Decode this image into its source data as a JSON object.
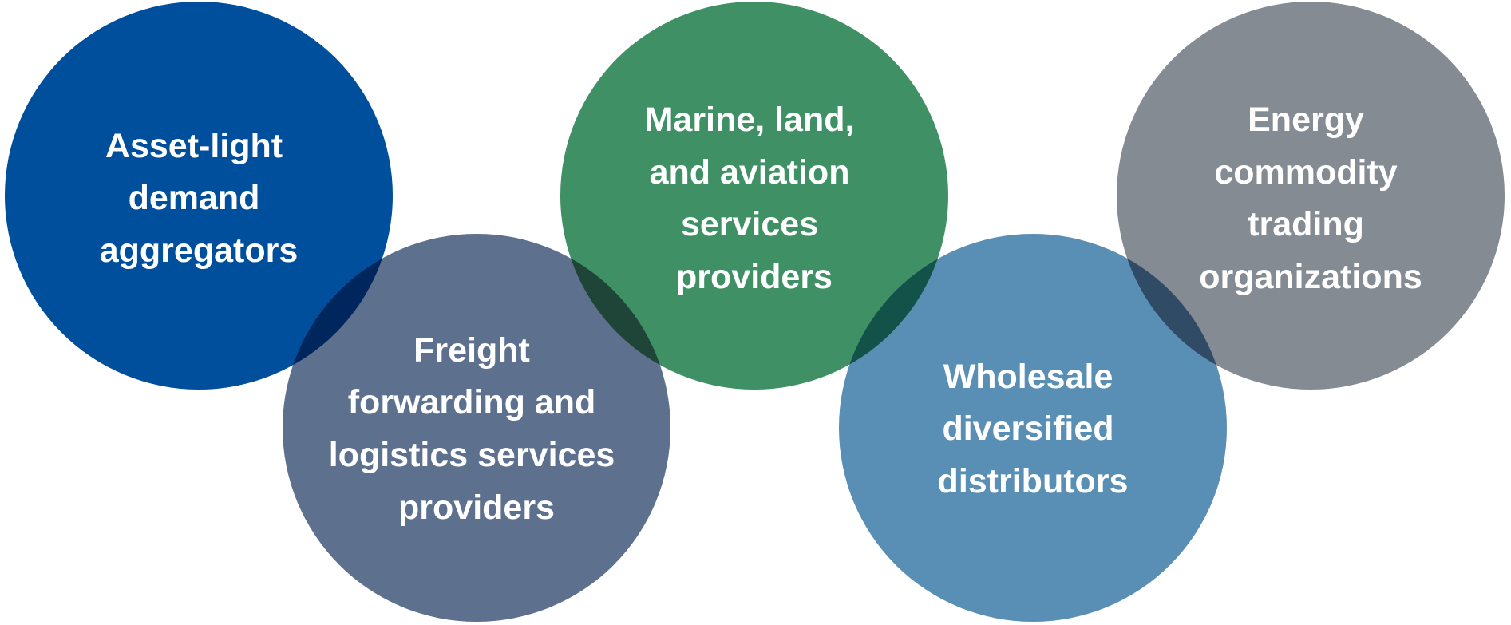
{
  "diagram": {
    "circles": [
      {
        "id": "asset-light",
        "lines": [
          "Asset-light",
          "demand",
          "aggregators"
        ],
        "color": "#004f9c"
      },
      {
        "id": "freight-forwarding",
        "lines": [
          "Freight",
          "forwarding and",
          "logistics services",
          "providers"
        ],
        "color": "#5d718f"
      },
      {
        "id": "marine-land-aviation",
        "lines": [
          "Marine, land,",
          "and aviation",
          "services",
          "providers"
        ],
        "color": "#3f9165"
      },
      {
        "id": "wholesale-distributors",
        "lines": [
          "Wholesale",
          "diversified",
          "distributors"
        ],
        "color": "#5a8fb5"
      },
      {
        "id": "energy-trading",
        "lines": [
          "Energy",
          "commodity",
          "trading",
          "organizations"
        ],
        "color": "#858b93"
      }
    ],
    "overlap_colors": {
      "asset-light__freight-forwarding": "#00265e",
      "freight-forwarding__marine-land-aviation": "#1e4537",
      "marine-land-aviation__wholesale-distributors": "#135249",
      "wholesale-distributors__energy-trading": "#2f4b66"
    }
  }
}
